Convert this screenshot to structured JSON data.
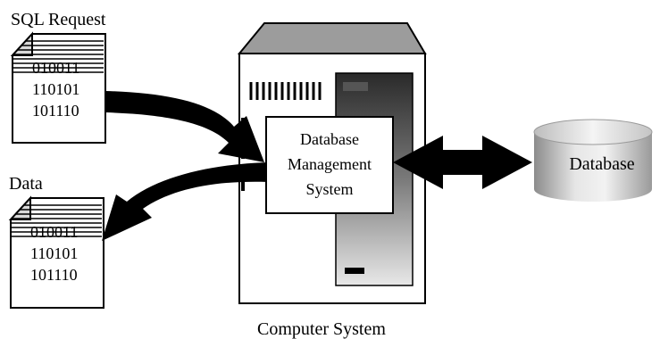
{
  "labels": {
    "sql_request": "SQL Request",
    "data": "Data",
    "computer_system": "Computer System",
    "database": "Database"
  },
  "request_doc": {
    "lines": [
      "010011",
      "110101",
      "101110"
    ]
  },
  "data_doc": {
    "lines": [
      "010011",
      "110101",
      "101110"
    ]
  },
  "dbms": {
    "lines": [
      "Database",
      "Management",
      "System"
    ]
  }
}
